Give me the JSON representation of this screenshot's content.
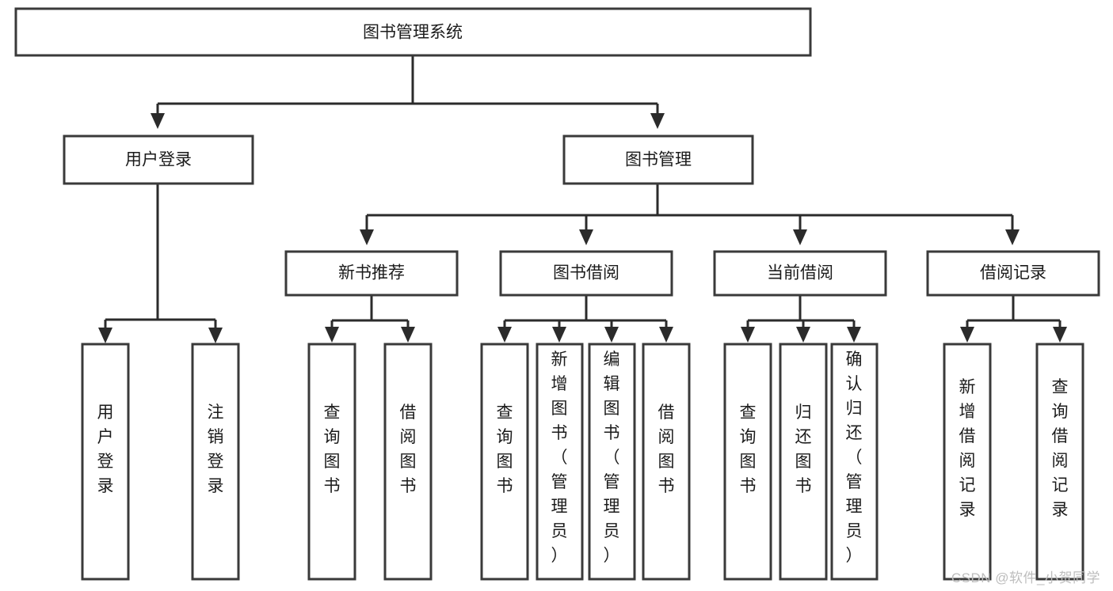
{
  "diagram": {
    "type": "tree-hierarchy-chart",
    "title": "图书管理系统",
    "orientation": "top-down",
    "colors": {
      "box_stroke": "#3a3a3a",
      "box_fill": "#ffffff",
      "connector": "#2b2b2b",
      "text": "#1b1b1b",
      "watermark": "#bdbdbd",
      "background": "#ffffff"
    },
    "levels": [
      {
        "level": 1,
        "nodes": [
          {
            "id": "root",
            "label": "图书管理系统",
            "orientation": "horizontal"
          }
        ]
      },
      {
        "level": 2,
        "nodes": [
          {
            "id": "login",
            "label": "用户登录",
            "orientation": "horizontal",
            "parent": "root"
          },
          {
            "id": "bookmgmt",
            "label": "图书管理",
            "orientation": "horizontal",
            "parent": "root"
          }
        ]
      },
      {
        "level": 3,
        "nodes": [
          {
            "id": "newbook",
            "label": "新书推荐",
            "orientation": "horizontal",
            "parent": "bookmgmt"
          },
          {
            "id": "borrow",
            "label": "图书借阅",
            "orientation": "horizontal",
            "parent": "bookmgmt"
          },
          {
            "id": "current",
            "label": "当前借阅",
            "orientation": "horizontal",
            "parent": "bookmgmt"
          },
          {
            "id": "record",
            "label": "借阅记录",
            "orientation": "horizontal",
            "parent": "bookmgmt"
          }
        ]
      },
      {
        "level": 4,
        "nodes": [
          {
            "id": "leaf-1",
            "label": "用户登录",
            "orientation": "vertical",
            "parent": "login"
          },
          {
            "id": "leaf-2",
            "label": "注销登录",
            "orientation": "vertical",
            "parent": "login"
          },
          {
            "id": "leaf-3",
            "label": "查询图书",
            "orientation": "vertical",
            "parent": "newbook"
          },
          {
            "id": "leaf-4",
            "label": "借阅图书",
            "orientation": "vertical",
            "parent": "newbook"
          },
          {
            "id": "leaf-5",
            "label": "查询图书",
            "orientation": "vertical",
            "parent": "borrow"
          },
          {
            "id": "leaf-6",
            "label": "新增图书（管理员）",
            "orientation": "vertical",
            "parent": "borrow"
          },
          {
            "id": "leaf-7",
            "label": "编辑图书（管理员）",
            "orientation": "vertical",
            "parent": "borrow"
          },
          {
            "id": "leaf-8",
            "label": "借阅图书",
            "orientation": "vertical",
            "parent": "borrow"
          },
          {
            "id": "leaf-9",
            "label": "查询图书",
            "orientation": "vertical",
            "parent": "current"
          },
          {
            "id": "leaf-10",
            "label": "归还图书",
            "orientation": "vertical",
            "parent": "current"
          },
          {
            "id": "leaf-11",
            "label": "确认归还（管理员）",
            "orientation": "vertical",
            "parent": "current"
          },
          {
            "id": "leaf-12",
            "label": "新增借阅记录",
            "orientation": "vertical",
            "parent": "record"
          },
          {
            "id": "leaf-13",
            "label": "查询借阅记录",
            "orientation": "vertical",
            "parent": "record"
          }
        ]
      }
    ]
  },
  "watermark": {
    "text": "CSDN @软件_小贺同学"
  }
}
